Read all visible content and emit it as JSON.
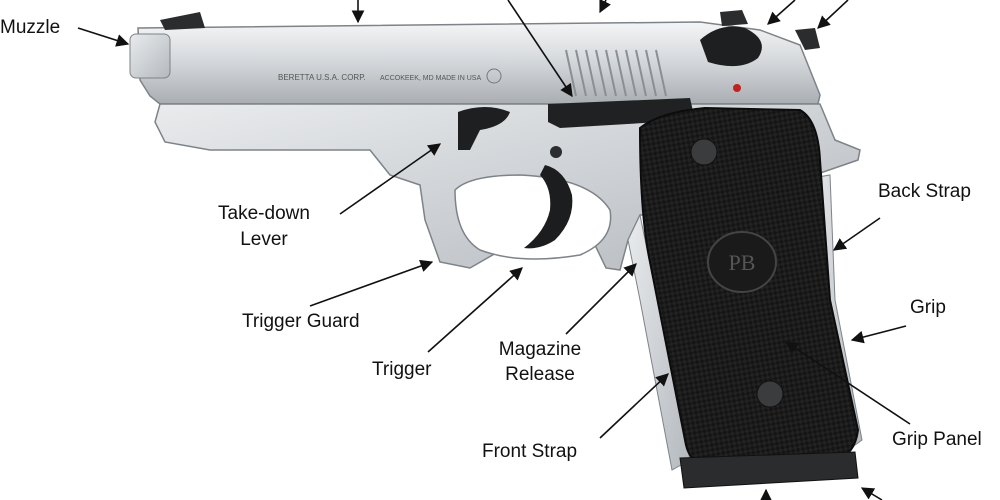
{
  "figure": {
    "background": "#ffffff",
    "ink": "#111111",
    "frame_color": "#cfd3d6",
    "grip_color": "#1e1e1e",
    "slide_engraving": "BERETTA U.S.A. CORP.",
    "slide_engraving_2": "ACCOKEEK, MD  MADE IN USA",
    "grip_logo": "PB"
  },
  "labels": {
    "muzzle": "Muzzle",
    "take_down_lever_1": "Take-down",
    "take_down_lever_2": "Lever",
    "trigger_guard": "Trigger Guard",
    "trigger": "Trigger",
    "magazine_release_1": "Magazine",
    "magazine_release_2": "Release",
    "front_strap": "Front Strap",
    "back_strap": "Back Strap",
    "grip": "Grip",
    "grip_panel": "Grip Panel"
  }
}
